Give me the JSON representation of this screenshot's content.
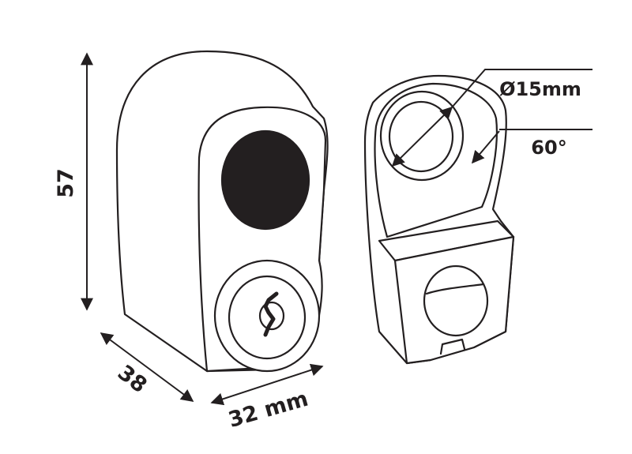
{
  "dimensions": {
    "height": "57",
    "depth": "38",
    "width": "32 mm",
    "diameter": "Ø15mm",
    "angle": "60°"
  },
  "colors": {
    "line": "#231f20",
    "fill": "#ffffff",
    "dark": "#231f20"
  }
}
